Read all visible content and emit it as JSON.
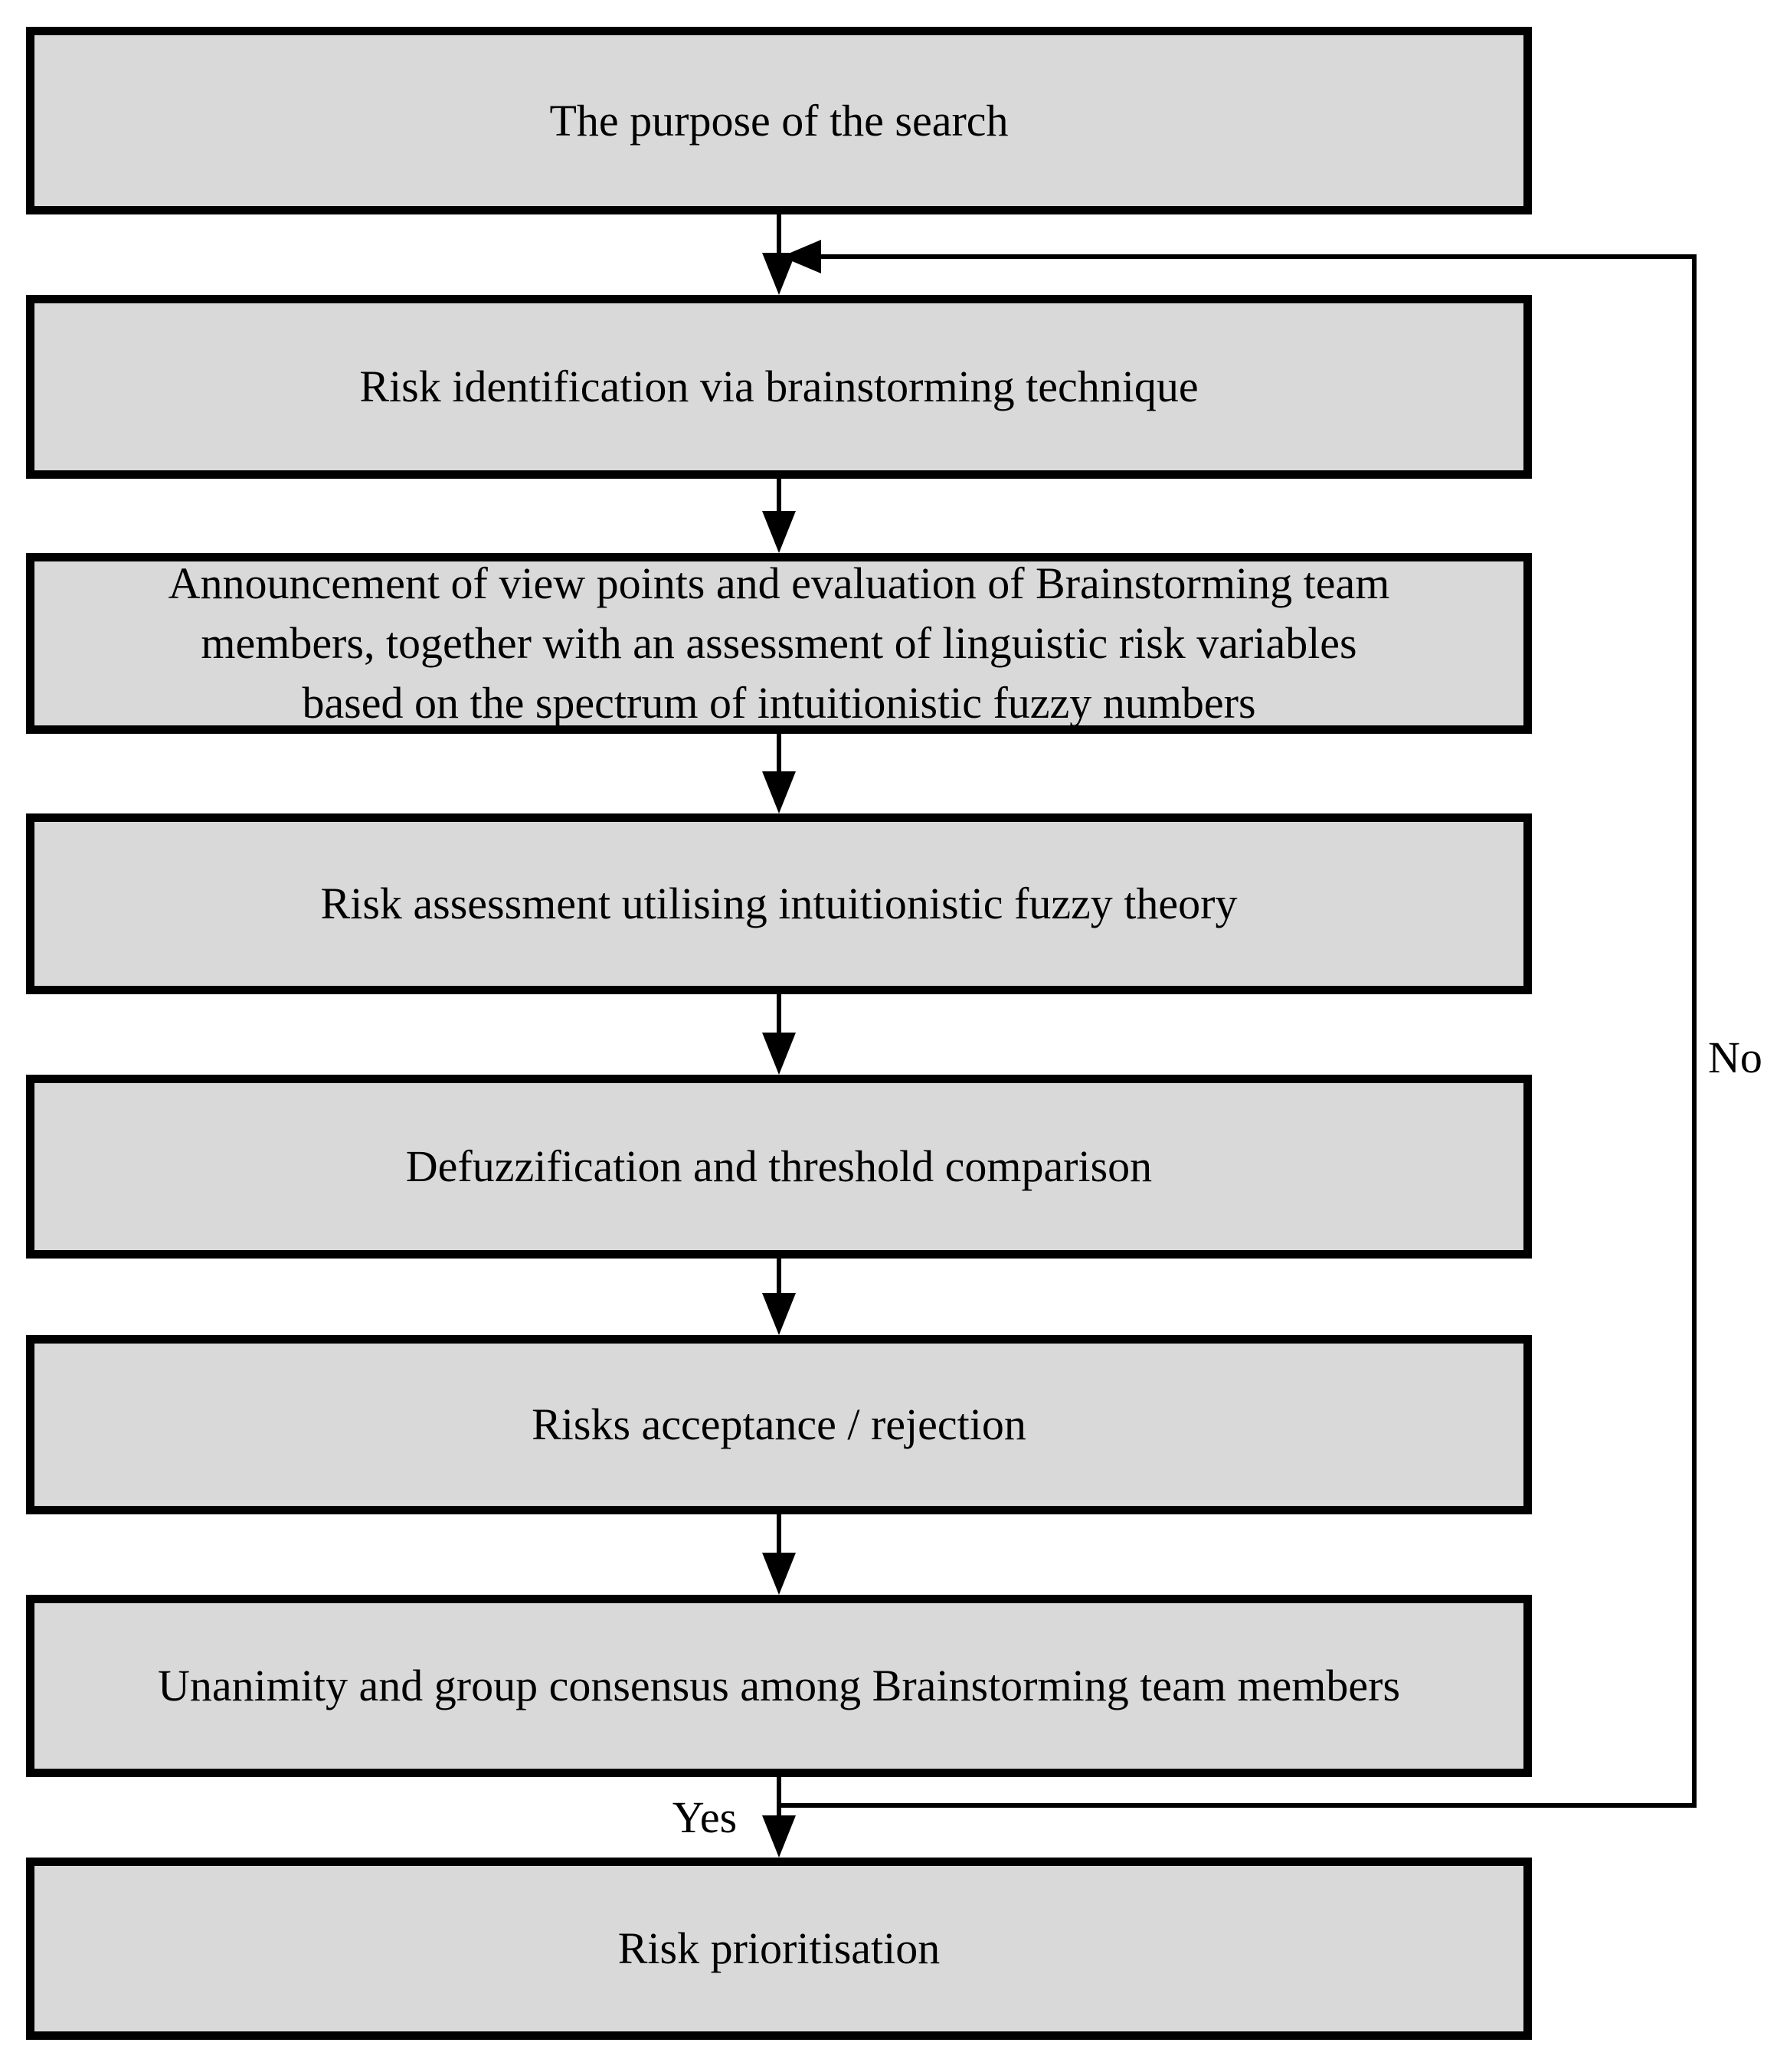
{
  "diagram": {
    "type": "flowchart",
    "colors": {
      "node_fill": "#d9d9d9",
      "node_border": "#000000",
      "connector": "#000000",
      "text": "#000000",
      "background": "#ffffff"
    },
    "nodes": [
      {
        "id": "purpose",
        "label": "The purpose of the search"
      },
      {
        "id": "risk-identification",
        "label": "Risk identification via brainstorming technique"
      },
      {
        "id": "viewpoints-announcement",
        "label": "Announcement of view points and evaluation of Brainstorming team\nmembers, together with an assessment of linguistic risk variables\nbased on the spectrum of intuitionistic fuzzy numbers"
      },
      {
        "id": "risk-assessment",
        "label": "Risk assessment utilising intuitionistic fuzzy theory"
      },
      {
        "id": "defuzzification",
        "label": "Defuzzification and threshold comparison"
      },
      {
        "id": "risk-acceptance",
        "label": "Risks acceptance / rejection"
      },
      {
        "id": "unanimity",
        "label": "Unanimity and group consensus among Brainstorming team members"
      },
      {
        "id": "risk-prioritisation",
        "label": "Risk prioritisation"
      }
    ],
    "edges": [
      {
        "from": "purpose",
        "to": "risk-identification",
        "label": ""
      },
      {
        "from": "risk-identification",
        "to": "viewpoints-announcement",
        "label": ""
      },
      {
        "from": "viewpoints-announcement",
        "to": "risk-assessment",
        "label": ""
      },
      {
        "from": "risk-assessment",
        "to": "defuzzification",
        "label": ""
      },
      {
        "from": "defuzzification",
        "to": "risk-acceptance",
        "label": ""
      },
      {
        "from": "risk-acceptance",
        "to": "unanimity",
        "label": ""
      },
      {
        "from": "unanimity",
        "to": "risk-prioritisation",
        "label": "Yes"
      },
      {
        "from": "unanimity",
        "to": "risk-identification",
        "label": "No"
      }
    ],
    "decision": {
      "yes_label": "Yes",
      "no_label": "No"
    }
  }
}
